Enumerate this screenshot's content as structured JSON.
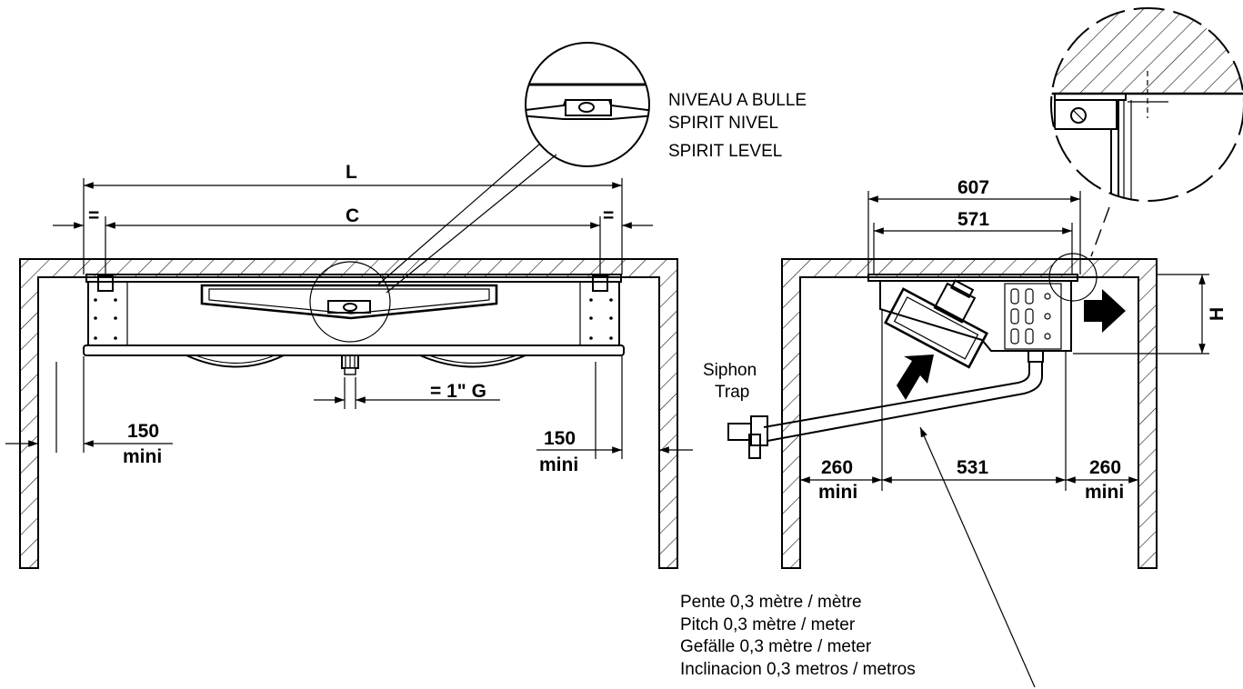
{
  "labels": {
    "level_fr": "NIVEAU A BULLE",
    "level_es": "SPIRIT NIVEL",
    "level_en": "SPIRIT LEVEL",
    "dim_L": "L",
    "dim_C": "C",
    "equal_left": "=",
    "equal_right": "=",
    "drain": "= 1\" G",
    "clear_left_value": "150",
    "clear_left_unit": "mini",
    "clear_right_value": "150",
    "clear_right_unit": "mini",
    "dim_607": "607",
    "dim_571": "571",
    "dim_H": "H",
    "siphon_1": "Siphon",
    "siphon_2": "Trap",
    "side_left_value": "260",
    "side_left_unit": "mini",
    "dim_531": "531",
    "side_right_value": "260",
    "side_right_unit": "mini",
    "pitch_fr": "Pente 0,3 mètre / mètre",
    "pitch_en": "Pitch 0,3 mètre / meter",
    "pitch_de": "Gefälle 0,3 mètre / meter",
    "pitch_es": "Inclinacion 0,3 metros / metros"
  }
}
